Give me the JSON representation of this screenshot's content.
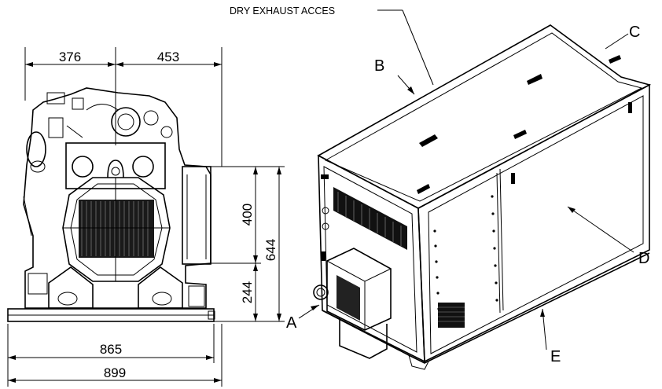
{
  "drawing": {
    "note_dry_exhaust": "DRY EXHAUST ACCES",
    "callouts": {
      "a": "A",
      "b": "B",
      "c": "C",
      "d": "D",
      "e": "E"
    },
    "dimensions": {
      "width_left": "376",
      "width_right": "453",
      "height_upper": "400",
      "height_lower": "244",
      "height_total": "644",
      "base_width": "865",
      "overall_width": "899"
    },
    "colors": {
      "ink": "#000000",
      "background": "#ffffff",
      "light_fill": "#f2f2f2"
    }
  }
}
